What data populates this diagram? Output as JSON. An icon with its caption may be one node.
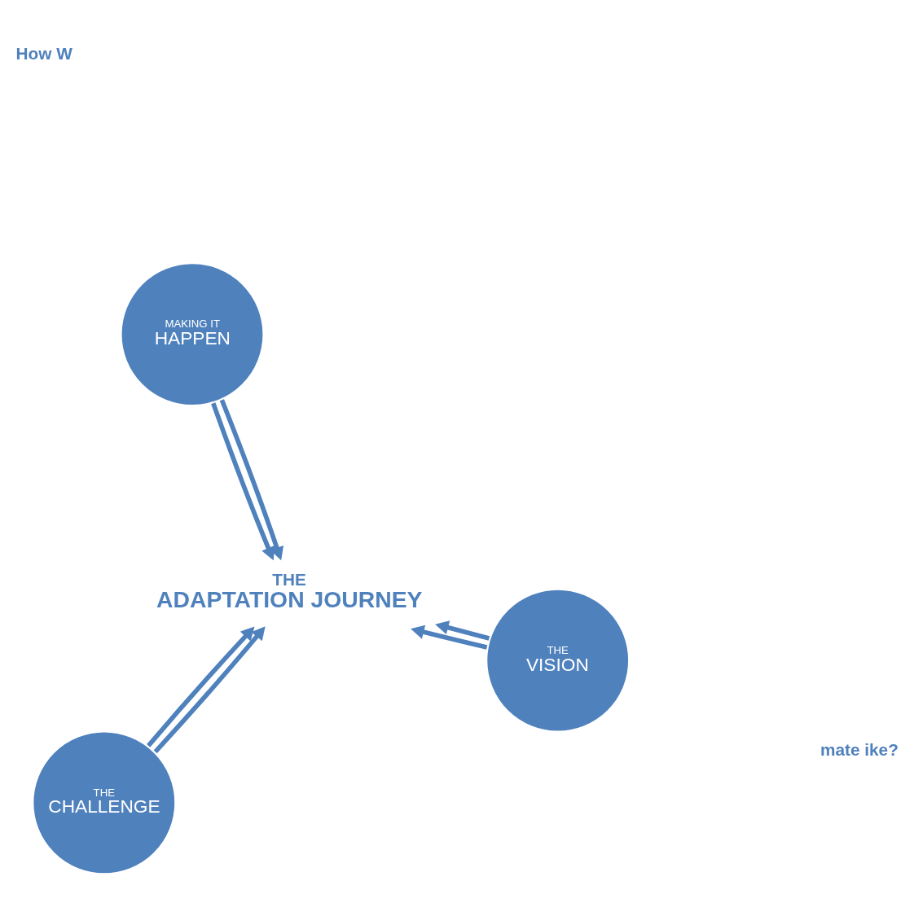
{
  "diagram": {
    "nodes": [
      {
        "text": [
          "THE",
          "CHALLENGE"
        ]
      },
      {
        "text": [
          "THE",
          "ADAPTATION JOURNEY"
        ]
      },
      {
        "text": [
          "THE",
          "VISION"
        ]
      },
      {
        "text": [
          "MAKING IT",
          "HAPPEN"
        ]
      }
    ],
    "edges": [
      {
        "from": 0,
        "to": 1,
        "arrow": "to"
      },
      {
        "from": 2,
        "to": 1,
        "arrow": "to"
      },
      {
        "from": 0,
        "to": 1,
        "arrow": "to"
      },
      {
        "from": 3,
        "to": 1,
        "arrow": "to"
      },
      {
        "from": 2,
        "to": 1,
        "arrow": "to"
      },
      {
        "from": 3,
        "to": 1,
        "arrow": "to"
      }
    ],
    "labels": [
      "mate ike?",
      "How W"
    ]
  }
}
